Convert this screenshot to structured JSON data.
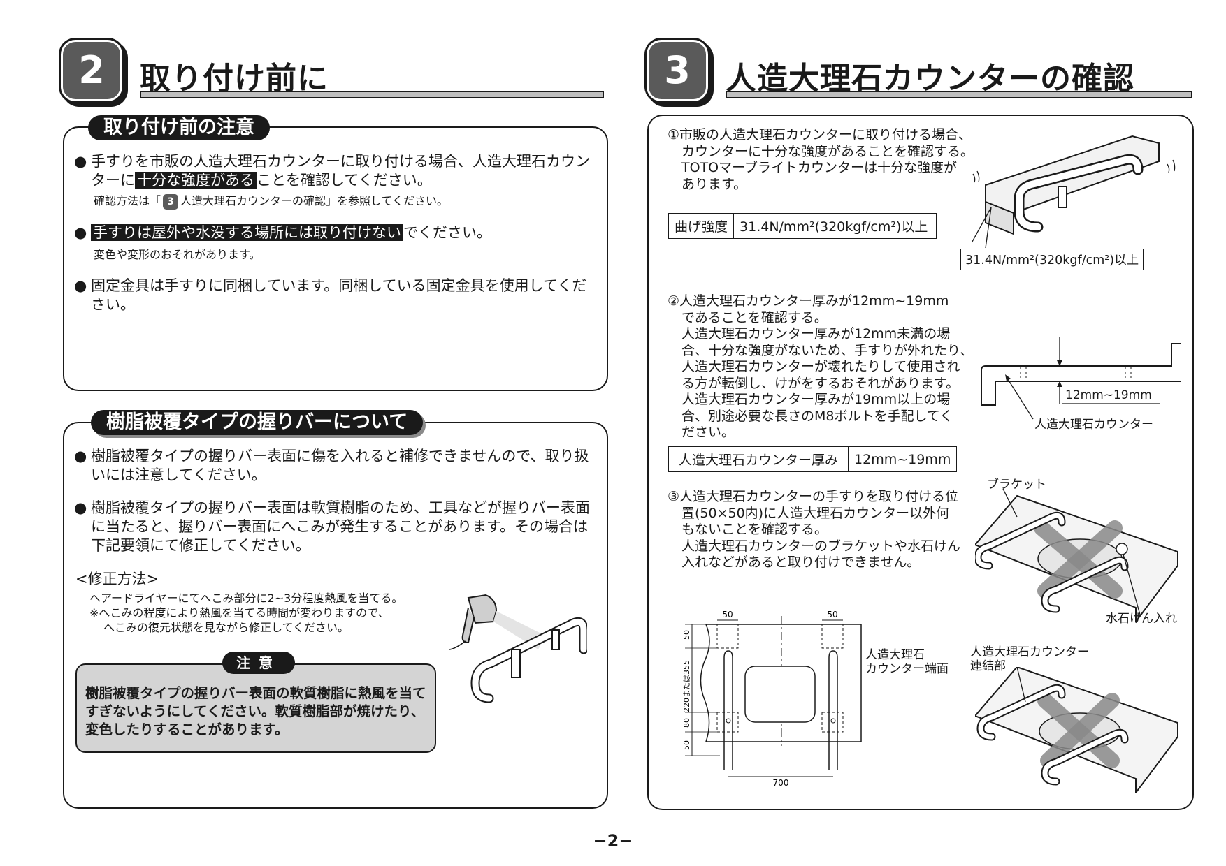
{
  "left": {
    "section_number": "2",
    "section_title": "取り付け前に",
    "box1": {
      "heading": "取り付け前の注意",
      "bullet_symbol": "●",
      "item1": {
        "text_a": "手すりを市販の人造大理石カウンターに取り付ける場合、人造大理石カウンターに",
        "highlight": "十分な強度がある",
        "text_b": "ことを確認してください。",
        "note_a": "確認方法は「",
        "note_num": "3",
        "note_b": "人造大理石カウンターの確認」を参照してください。"
      },
      "item2": {
        "highlight": "手すりは屋外や水没する場所には取り付けない",
        "text_b": "でください。",
        "note": "変色や変形のおそれがあります。"
      },
      "item3": {
        "text": "固定金具は手すりに同梱しています。同梱している固定金具を使用してください。"
      }
    },
    "box2": {
      "heading": "樹脂被覆タイプの握りバーについて",
      "item1": "樹脂被覆タイプの握りバー表面に傷を入れると補修できませんので、取り扱いには注意してください。",
      "item2": "樹脂被覆タイプの握りバー表面は軟質樹脂のため、工具などが握りバー表面に当たると、握りバー表面にへこみが発生することがあります。その場合は下記要領にて修正してください。",
      "method_title": "<修正方法>",
      "method_line1": "ヘアードライヤーにてへこみ部分に2~3分程度熱風を当てる。",
      "method_line2": "※へこみの程度により熱風を当てる時間が変わりますので、",
      "method_line3": "へこみの復元状態を見ながら修正してください。",
      "caution_label": "注意",
      "caution_text": "樹脂被覆タイプの握りバー表面の軟質樹脂に熱風を当てすぎないようにしてください。軟質樹脂部が焼けたり、変色したりすることがあります。"
    }
  },
  "right": {
    "section_number": "3",
    "section_title": "人造大理石カウンターの確認",
    "item1": {
      "lines": [
        "①市販の人造大理石カウンターに取り付ける場合、",
        "カウンターに十分な強度があることを確認する。",
        "TOTOマーブライトカウンターは十分な強度が",
        "あります。"
      ],
      "table_label": "曲げ強度",
      "table_value": "31.4N/mm²(320kgf/cm²)以上",
      "figure_label": "31.4N/mm²(320kgf/cm²)以上"
    },
    "item2": {
      "lines": [
        "②人造大理石カウンター厚みが12mm~19mm",
        "であることを確認する。",
        "人造大理石カウンター厚みが12mm未満の場",
        "合、十分な強度がないため、手すりが外れたり、",
        "人造大理石カウンターが壊れたりして使用され",
        "る方が転倒し、けがをするおそれがあります。",
        "人造大理石カウンター厚みが19mm以上の場",
        "合、別途必要な長さのM8ボルトを手配してく",
        "ださい。"
      ],
      "table_label": "人造大理石カウンター厚み",
      "table_value": "12mm~19mm",
      "fig_dim": "12mm~19mm",
      "fig_label": "人造大理石カウンター"
    },
    "item3": {
      "lines": [
        "③人造大理石カウンターの手すりを取り付ける位",
        "置(50×50内)に人造大理石カウンター以外何",
        "もないことを確認する。",
        "人造大理石カウンターのブラケットや水石けん",
        "入れなどがあると取り付けできません。"
      ],
      "bracket_label": "ブラケット",
      "soap_label": "水石けん入れ",
      "edge_label_1": "人造大理石",
      "edge_label_2": "カウンター端面",
      "joint_label_1": "人造大理石カウンター",
      "joint_label_2": "連結部",
      "dim_50_a": "50",
      "dim_50_b": "50",
      "dim_50_left_top": "50",
      "dim_220": "220または355",
      "dim_80": "80",
      "dim_50_left_bottom": "50",
      "dim_700": "700"
    }
  },
  "page_number": "−2−"
}
